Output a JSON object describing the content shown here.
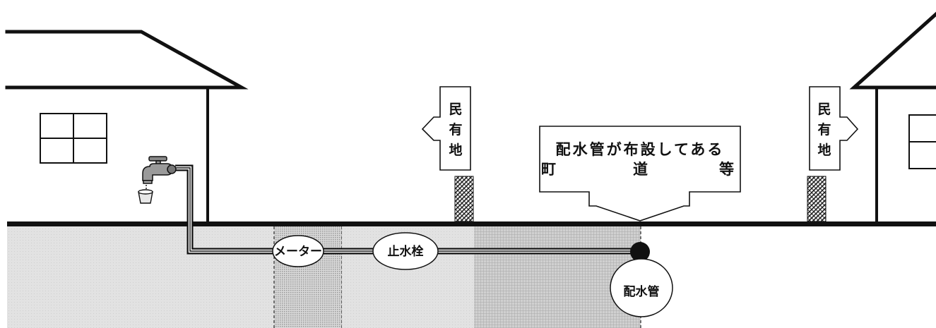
{
  "signs": {
    "private_land_left": [
      "民",
      "有",
      "地"
    ],
    "private_land_right": [
      "民",
      "有",
      "地"
    ]
  },
  "road_callout": {
    "line1": "配水管が布設してある",
    "line2_left": "町",
    "line2_mid": "道",
    "line2_right": "等"
  },
  "meter_label": "メーター",
  "stopcock_label": "止水栓",
  "main_pipe_label": "配水管"
}
